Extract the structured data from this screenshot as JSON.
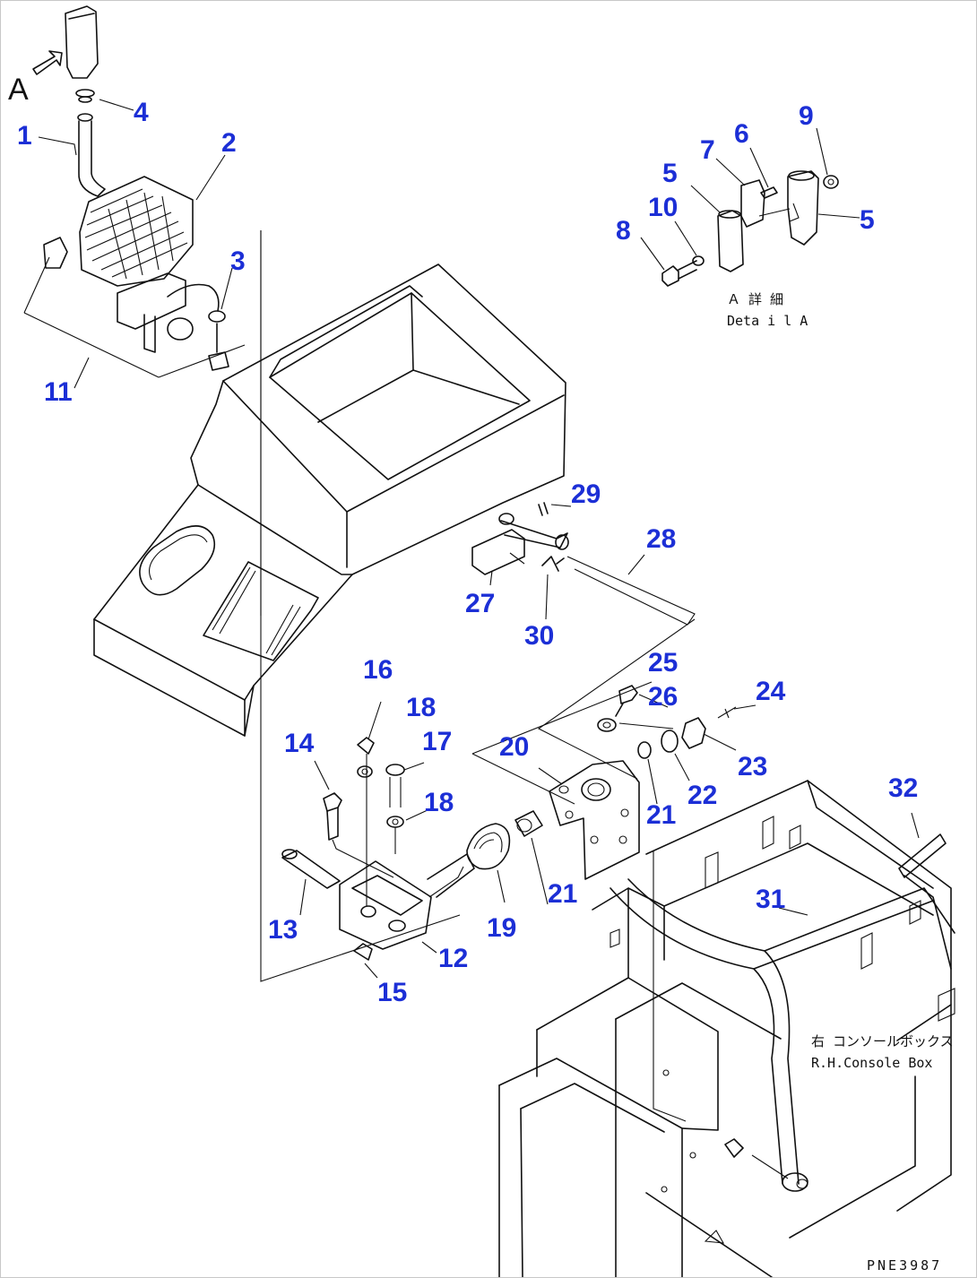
{
  "diagram": {
    "view_marker": "A",
    "detail_label_jp": "Ａ 詳 細",
    "detail_label_en": "Deta i l A",
    "console_label_jp": "右 コンソールボックス",
    "console_label_en": "R.H.Console Box",
    "drawing_code": "PNE3987",
    "callout_color": "#1c2fd6",
    "callouts": [
      {
        "id": "c1",
        "text": "1"
      },
      {
        "id": "c2",
        "text": "2"
      },
      {
        "id": "c3",
        "text": "3"
      },
      {
        "id": "c4",
        "text": "4"
      },
      {
        "id": "c5a",
        "text": "5"
      },
      {
        "id": "c5b",
        "text": "5"
      },
      {
        "id": "c6",
        "text": "6"
      },
      {
        "id": "c7",
        "text": "7"
      },
      {
        "id": "c8",
        "text": "8"
      },
      {
        "id": "c9",
        "text": "9"
      },
      {
        "id": "c10",
        "text": "10"
      },
      {
        "id": "c11",
        "text": "11"
      },
      {
        "id": "c12",
        "text": "12"
      },
      {
        "id": "c13",
        "text": "13"
      },
      {
        "id": "c14",
        "text": "14"
      },
      {
        "id": "c15",
        "text": "15"
      },
      {
        "id": "c16",
        "text": "16"
      },
      {
        "id": "c17",
        "text": "17"
      },
      {
        "id": "c18a",
        "text": "18"
      },
      {
        "id": "c18b",
        "text": "18"
      },
      {
        "id": "c19",
        "text": "19"
      },
      {
        "id": "c20",
        "text": "20"
      },
      {
        "id": "c21a",
        "text": "21"
      },
      {
        "id": "c21b",
        "text": "21"
      },
      {
        "id": "c22",
        "text": "22"
      },
      {
        "id": "c23",
        "text": "23"
      },
      {
        "id": "c24",
        "text": "24"
      },
      {
        "id": "c25",
        "text": "25"
      },
      {
        "id": "c26",
        "text": "26"
      },
      {
        "id": "c27",
        "text": "27"
      },
      {
        "id": "c28",
        "text": "28"
      },
      {
        "id": "c29",
        "text": "29"
      },
      {
        "id": "c30",
        "text": "30"
      },
      {
        "id": "c31",
        "text": "31"
      },
      {
        "id": "c32",
        "text": "32"
      }
    ]
  }
}
